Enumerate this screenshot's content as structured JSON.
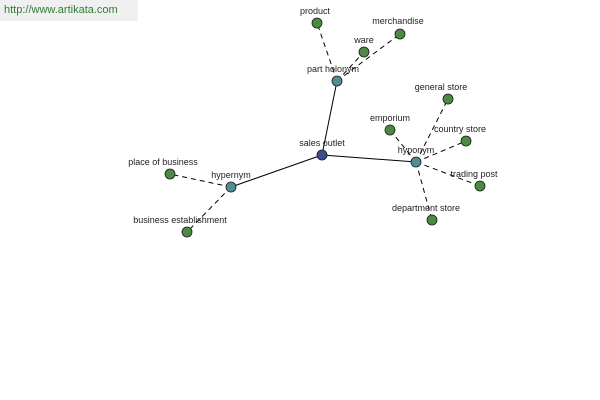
{
  "header": {
    "url": "http://www.artikata.com"
  },
  "colors": {
    "root": "#3d4f8a",
    "relation": "#4e8f96",
    "leaf": "#4c8a44",
    "url_text": "#2e7d32",
    "edge": "#000000"
  },
  "graph": {
    "root": {
      "id": "root",
      "label": "sales outlet"
    },
    "relations": [
      {
        "id": "holonym",
        "label": "part holonym",
        "terms": [
          {
            "id": "product",
            "label": "product"
          },
          {
            "id": "merchandise",
            "label": "merchandise"
          },
          {
            "id": "ware",
            "label": "ware"
          }
        ]
      },
      {
        "id": "hyponym",
        "label": "hyponym",
        "terms": [
          {
            "id": "general-store",
            "label": "general store"
          },
          {
            "id": "emporium",
            "label": "emporium"
          },
          {
            "id": "country-store",
            "label": "country store"
          },
          {
            "id": "trading-post",
            "label": "trading post"
          },
          {
            "id": "department-store",
            "label": "department store"
          }
        ]
      },
      {
        "id": "hypernym",
        "label": "hypernym",
        "terms": [
          {
            "id": "place-of-business",
            "label": "place of business"
          },
          {
            "id": "business-establishment",
            "label": "business establishment"
          }
        ]
      }
    ]
  }
}
